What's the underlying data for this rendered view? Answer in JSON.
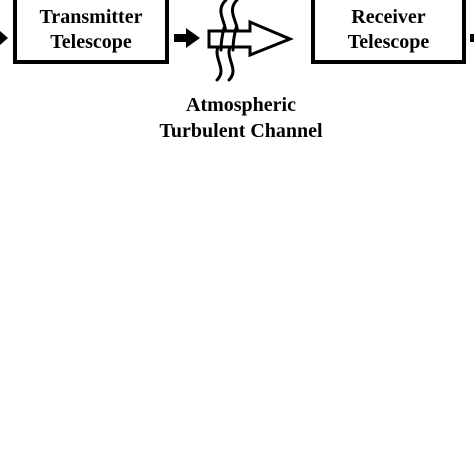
{
  "blocks": {
    "transmitter": {
      "line1": "Transmitter",
      "line2": "Telescope"
    },
    "receiver": {
      "line1": "Receiver",
      "line2": "Telescope"
    }
  },
  "channel": {
    "line1": "Atmospheric",
    "line2": "Turbulent Channel"
  },
  "colors": {
    "stroke": "#000000",
    "background": "#ffffff"
  }
}
